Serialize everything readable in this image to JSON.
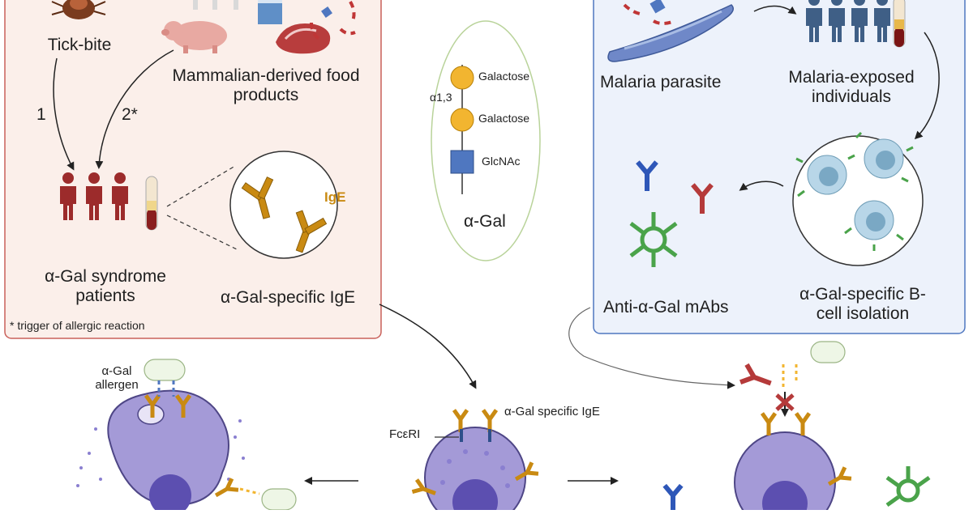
{
  "left_panel": {
    "tick_label": "Tick-bite",
    "food_label": "Mammalian-derived food products",
    "route_1": "1",
    "route_2": "2*",
    "patients_label": "α-Gal syndrome patients",
    "ige_label": "IgE",
    "specific_ige_label": "α-Gal-specific IgE",
    "footnote": "* trigger of allergic reaction"
  },
  "structure": {
    "sugar_1": "Galactose",
    "linkage": "α1,3",
    "sugar_2": "Galactose",
    "sugar_3": "GlcNAc",
    "title": "α-Gal"
  },
  "right_panel": {
    "parasite_label": "Malaria parasite",
    "exposed_label": "Malaria-exposed individuals",
    "isolation_label": "α-Gal-specific B-cell isolation",
    "mabs_label": "Anti-α-Gal mAbs"
  },
  "bottom": {
    "allergen_label": "α-Gal allergen",
    "receptor_label": "FcεRI",
    "bound_ige_label": "α-Gal specific IgE"
  },
  "colors": {
    "left_panel_bg": "#fbefea",
    "left_panel_border": "#c9605a",
    "right_panel_bg": "#edf2fb",
    "right_panel_border": "#4f77c0",
    "galactose": "#f2b530",
    "glcnac": "#4f77c0",
    "ige_gold": "#c98a12",
    "patient_red": "#9c2b2b",
    "exposed_blue": "#3f5f86",
    "mast_cell": "#a49ad7",
    "mab_green": "#4aa34a",
    "mab_blue": "#2e57b8",
    "mab_red": "#b53a3a"
  }
}
